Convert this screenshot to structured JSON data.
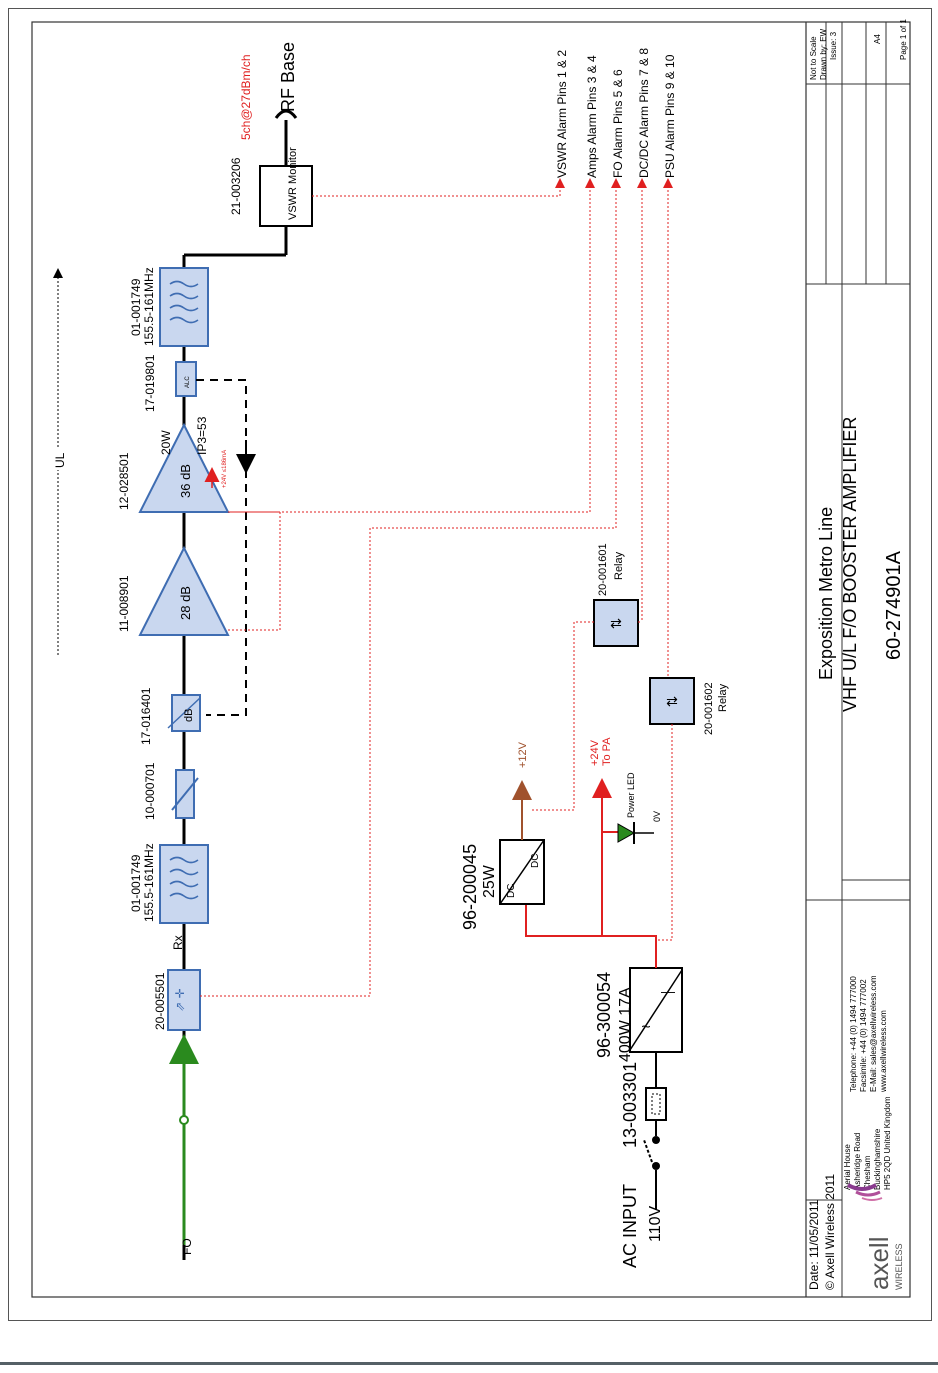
{
  "drawing": {
    "title_line1": "Exposition Metro Line",
    "title_line2": "VHF U/L F/O BOOSTER AMPLIFIER",
    "drawing_number": "60-274901A",
    "date": "Date: 11/05/2011",
    "copyright": "© Axell Wireless 2011",
    "not_to_scale": "Not to Scale",
    "drawn_by": "Drawn by: EW",
    "issue": "Issue: 3",
    "sheet_size": "A4",
    "page": "Page 1 of 1"
  },
  "company": {
    "logo_text": "axell",
    "logo_sub": "WIRELESS",
    "address": [
      "Aerial House",
      "Asheridge Road",
      "Chesham",
      "Buckinghamshire",
      "HP5 2QD United Kingdom"
    ],
    "contact": [
      "Telephone: +44 (0) 1494 777000",
      "Facsimile: +44 (0) 1494 777002",
      "E-Mail: sales@axellwireless.com",
      "www.axellwireless.com"
    ]
  },
  "rf_chain": {
    "fo_label": "FO",
    "optical_receiver": "20-005501",
    "rx_label": "Rx",
    "filter_in_code": "01-001749",
    "filter_in_band": "155.5-161MHz",
    "attenuator_code": "10-000701",
    "var_att_code": "17-016401",
    "var_att_label": "dB",
    "amp1_code": "11-008901",
    "amp1_gain": "28 dB",
    "amp2_code": "12-028501",
    "amp2_gain": "36 dB",
    "amp2_power": "20W",
    "amp2_ip3": "IP3=53",
    "amp2_note": "+24V ≤186mA",
    "alc_code": "17-019801",
    "alc_label": "ALC",
    "filter_out_code": "01-001749",
    "filter_out_band": "155.5-161MHz",
    "vswr_code": "21-003206",
    "vswr_label": "VSWR Monitor",
    "rf_base": "RF Base",
    "channels": "5ch@27dBm/ch",
    "direction": "UL"
  },
  "alarms": [
    "VSWR Alarm Pins 1 & 2",
    "Amps Alarm Pins 3 & 4",
    "FO Alarm Pins 5 & 6",
    "DC/DC Alarm Pins 7 & 8",
    "PSU Alarm Pins 9 & 10"
  ],
  "power": {
    "ac_input": "AC INPUT",
    "ac_voltage": "110V",
    "fuse_code": "13-003301",
    "psu_code": "96-300054",
    "psu_rating": "400W 17A",
    "dcdc_code": "96-200045",
    "dcdc_rating": "25W",
    "dc_label": "DC",
    "plus12": "+12V",
    "plus24": "+24V",
    "to_pa": "To PA",
    "power_led": "Power LED",
    "zero_v": "0V",
    "relay1_code": "20-001601",
    "relay2_code": "20-001602",
    "relay_label": "Relay"
  },
  "colors": {
    "block_fill": "#c9d7ef",
    "block_stroke": "#3f6db2",
    "signal": "#000000",
    "alarm": "#e02020",
    "power": "#e02020",
    "fibre": "#2a8a1e",
    "dc12": "#a0522d"
  }
}
